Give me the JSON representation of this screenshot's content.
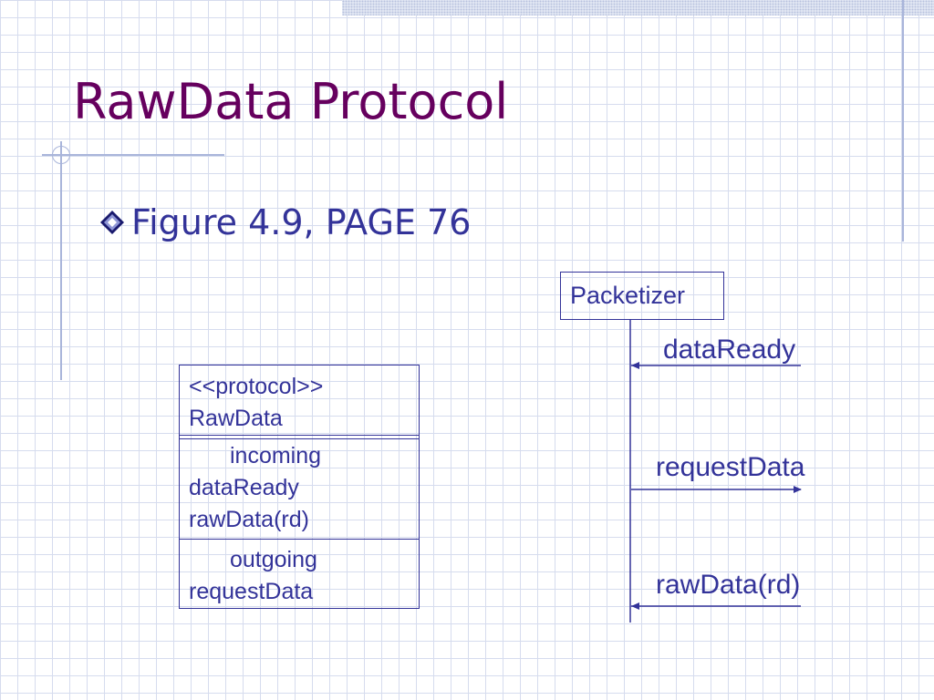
{
  "slide": {
    "title": "RawData Protocol",
    "bullet": "Figure 4.9, PAGE 76"
  },
  "protocol_box": {
    "stereotype": "<<protocol>>",
    "name": "RawData",
    "incoming_header": "incoming",
    "incoming_items": [
      "dataReady",
      "rawData(rd)"
    ],
    "outgoing_header": "outgoing",
    "outgoing_items": [
      "requestData"
    ]
  },
  "sequence": {
    "object": "Packetizer",
    "messages": [
      {
        "label": "dataReady",
        "direction": "in"
      },
      {
        "label": "requestData",
        "direction": "out"
      },
      {
        "label": "rawData(rd)",
        "direction": "in"
      }
    ]
  },
  "colors": {
    "title": "#66005e",
    "text": "#333399",
    "grid": "#d6dcee"
  },
  "icons": {
    "bullet": "diamond-bullet-icon"
  }
}
